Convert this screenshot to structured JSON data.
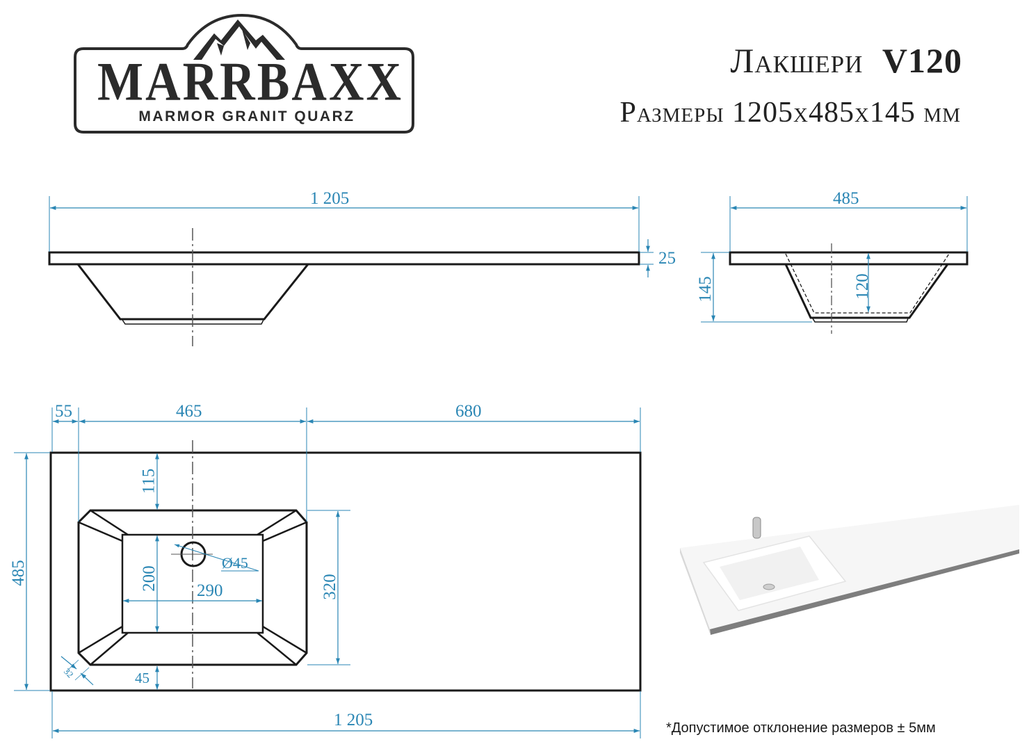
{
  "logo": {
    "brand": "MARRBAXX",
    "tagline": "MARMOR GRANIT QUARZ"
  },
  "header": {
    "series": "Лакшери",
    "model": "V120",
    "dimensions_line": "Размеры 1205x485x145 мм"
  },
  "colors": {
    "dimension": "#2a86b4",
    "outline": "#1a1a1a",
    "text": "#222222"
  },
  "front_view": {
    "overall_width": "1 205",
    "slab_thickness": "25"
  },
  "side_view": {
    "depth": "485",
    "total_height": "145",
    "bowl_depth": "120"
  },
  "top_view": {
    "left_offset": "55",
    "bowl_outer_width": "465",
    "right_counter_width": "680",
    "overall_depth": "485",
    "top_margin": "115",
    "bowl_outer_depth": "320",
    "bowl_inner_depth": "200",
    "bowl_inner_width": "290",
    "tap_hole_diameter": "Ø45",
    "bottom_margin": "45",
    "chamfer": "32",
    "overall_width": "1 205"
  },
  "footnote": "*Допустимое отклонение размеров ± 5мм"
}
